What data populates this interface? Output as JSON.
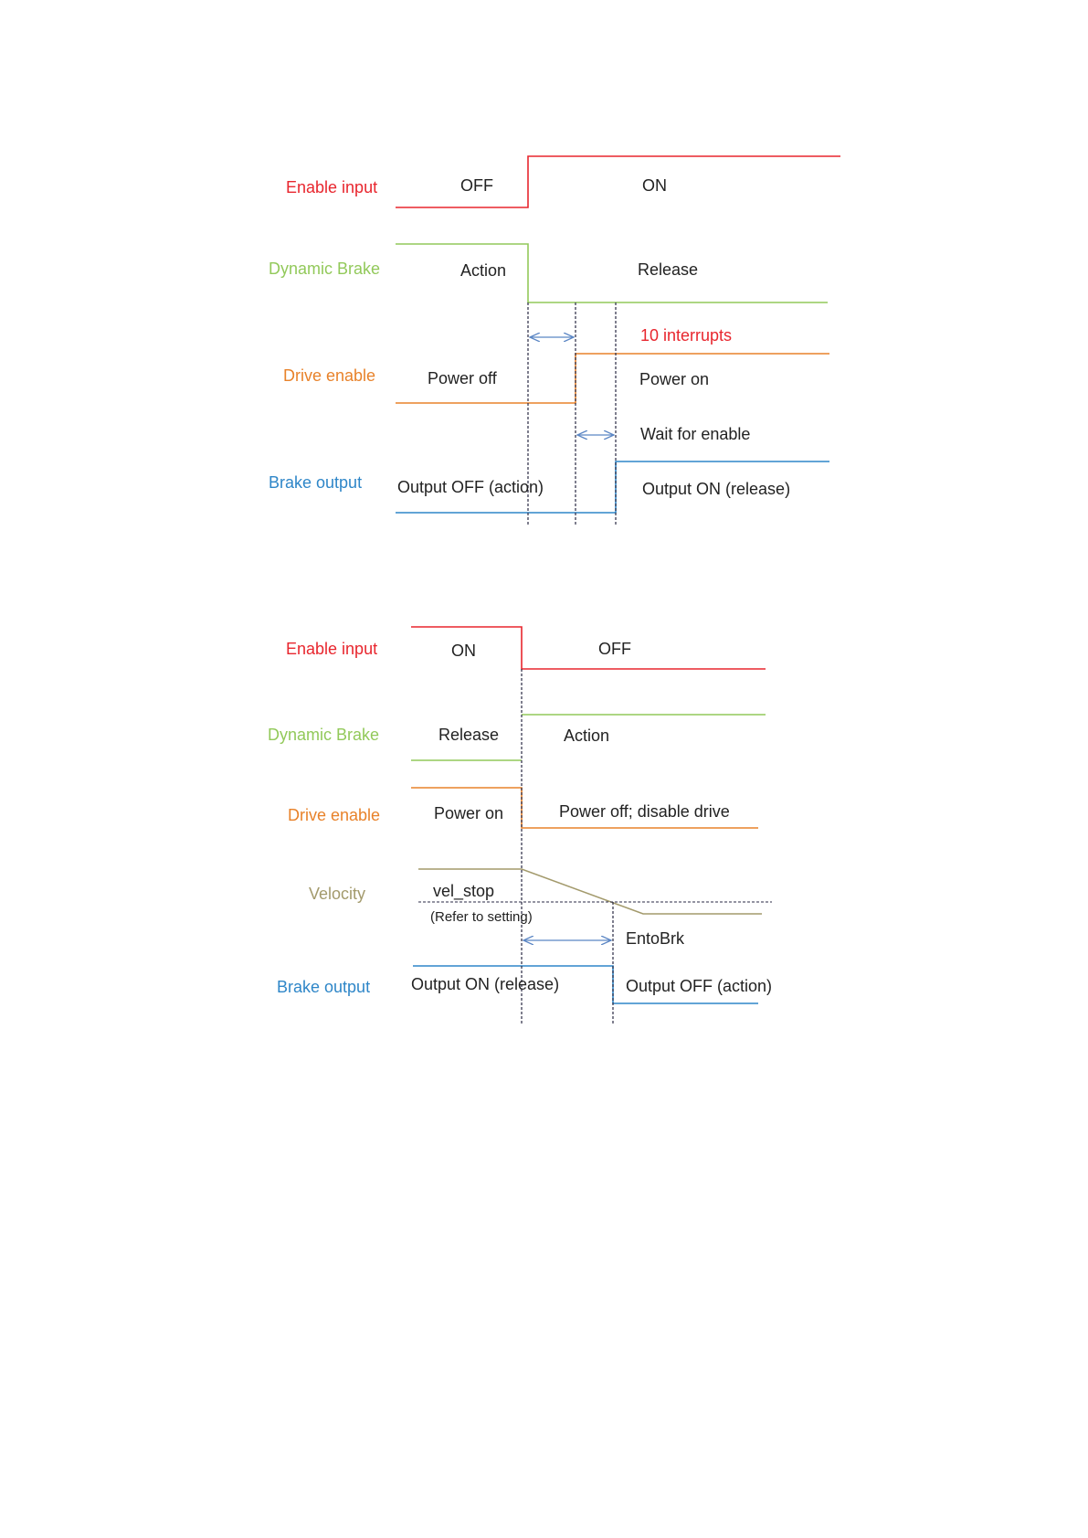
{
  "colors": {
    "enable": "#e8262e",
    "dynamic_brake": "#92c95a",
    "drive_enable": "#e8822a",
    "velocity": "#a39a6c",
    "brake": "#2e86c8",
    "marker": "#2a2a44",
    "arrow": "#5b86c4",
    "text": "#222222"
  },
  "diagram1": {
    "signals": {
      "enable": "Enable input",
      "dynamic_brake": "Dynamic Brake",
      "drive_enable": "Drive enable",
      "brake": "Brake output"
    },
    "states": {
      "enable_before": "OFF",
      "enable_after": "ON",
      "brake_before": "Action",
      "brake_after": "Release",
      "interrupts": "10 interrupts",
      "drive_before": "Power off",
      "drive_after": "Power on",
      "wait": "Wait for enable",
      "output_before": "Output OFF (action)",
      "output_after": "Output ON (release)"
    }
  },
  "diagram2": {
    "signals": {
      "enable": "Enable input",
      "dynamic_brake": "Dynamic Brake",
      "drive_enable": "Drive enable",
      "velocity": "Velocity",
      "brake": "Brake output"
    },
    "states": {
      "enable_before": "ON",
      "enable_after": "OFF",
      "brake_before": "Release",
      "brake_after": "Action",
      "drive_before": "Power on",
      "drive_after": "Power off; disable drive",
      "vel_stop": "vel_stop",
      "refer": "(Refer to setting)",
      "entobrk": "EntoBrk",
      "output_before": "Output ON (release)",
      "output_after": "Output OFF (action)"
    }
  }
}
